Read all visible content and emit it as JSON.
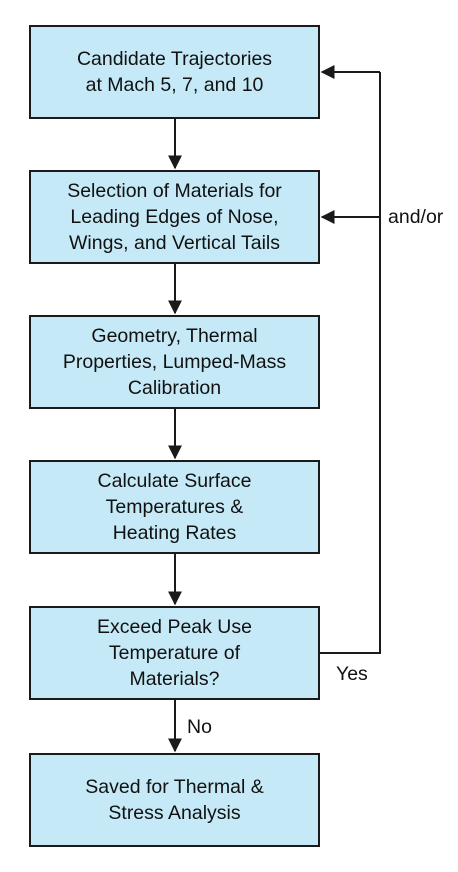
{
  "flowchart": {
    "boxes": [
      {
        "lines": [
          "Candidate Trajectories",
          "at Mach 5, 7, and 10"
        ]
      },
      {
        "lines": [
          "Selection of Materials for",
          "Leading Edges of Nose,",
          "Wings, and Vertical Tails"
        ]
      },
      {
        "lines": [
          "Geometry, Thermal",
          "Properties, Lumped-Mass",
          "Calibration"
        ]
      },
      {
        "lines": [
          "Calculate Surface",
          "Temperatures &",
          "Heating Rates"
        ]
      },
      {
        "lines": [
          "Exceed Peak Use",
          "Temperature of",
          "Materials?"
        ]
      },
      {
        "lines": [
          "Saved for Thermal &",
          "Stress Analysis"
        ]
      }
    ],
    "labels": {
      "yes": "Yes",
      "no": "No",
      "and_or": "and/or"
    },
    "colors": {
      "box_fill": "#c5e9f7",
      "stroke": "#1a1a1a"
    }
  }
}
